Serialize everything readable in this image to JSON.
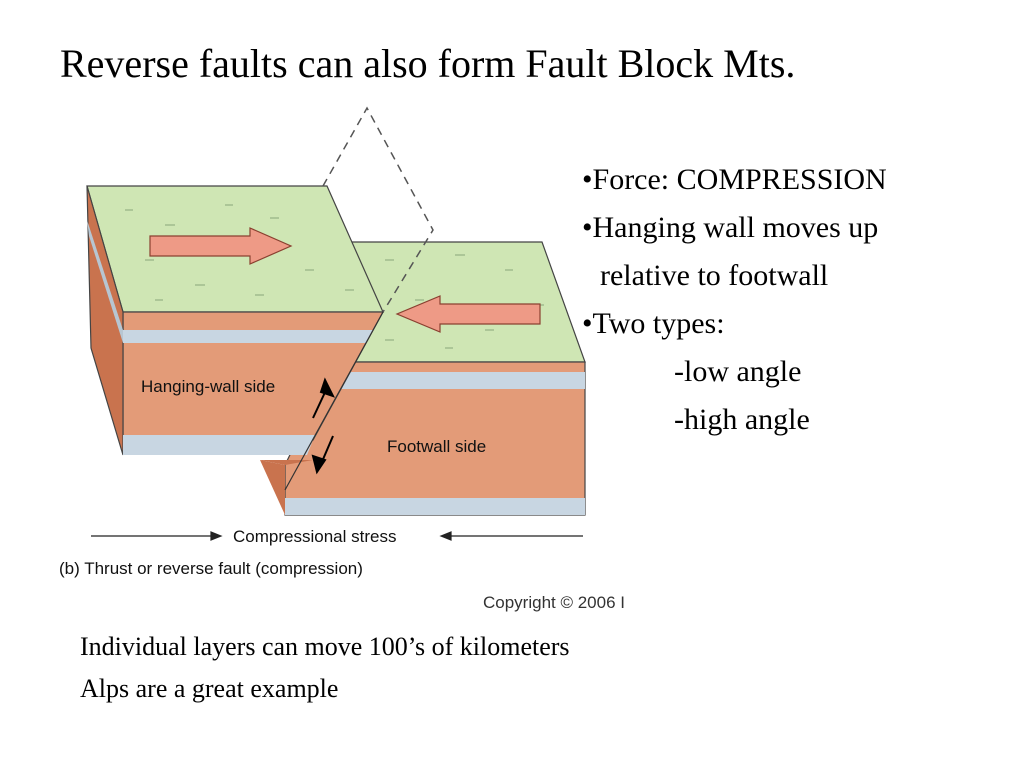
{
  "slide": {
    "title": "Reverse faults can also form Fault Block Mts."
  },
  "bullets": [
    "•Force: COMPRESSION",
    "•Hanging wall moves up",
    "relative to footwall",
    "•Two types:",
    "-low angle",
    "-high angle"
  ],
  "diagram": {
    "hanging_wall_label": "Hanging-wall side",
    "footwall_label": "Footwall side",
    "stress_label": "Compressional stress",
    "caption": "(b) Thrust or reverse fault (compression)",
    "copyright": "Copyright © 2006 I",
    "colors": {
      "surface": "#cfe6b4",
      "rock": "#e39b78",
      "rock_dark": "#c9734e",
      "layer": "#c8d6e2",
      "arrow": "#ee9a86"
    }
  },
  "notes": [
    "Individual layers can move 100’s of kilometers",
    "Alps are a great example"
  ]
}
